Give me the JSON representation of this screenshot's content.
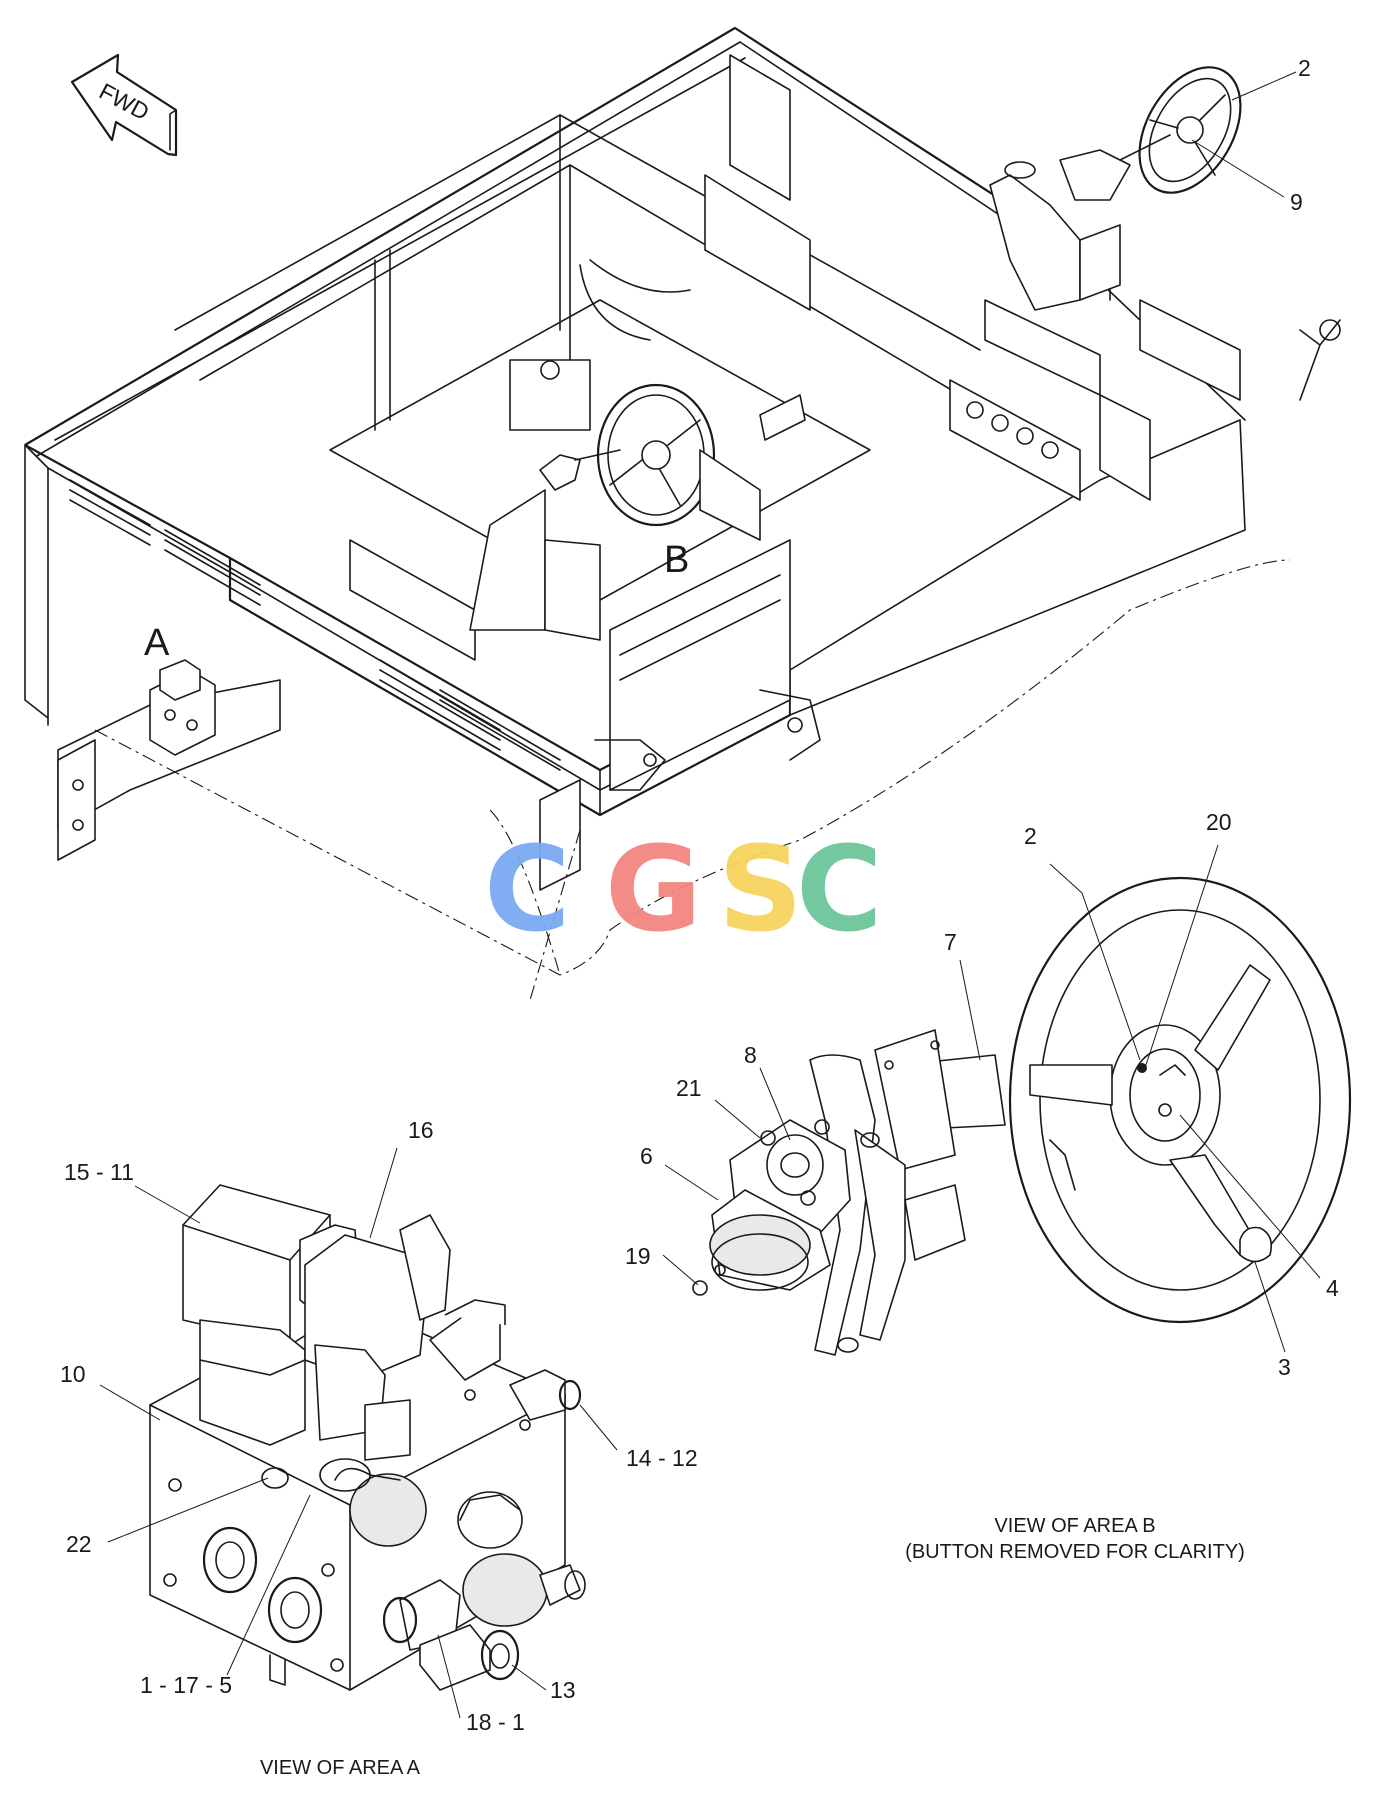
{
  "fwd_arrow": {
    "text": "FWD"
  },
  "area_labels": {
    "a": "A",
    "b": "B"
  },
  "callouts": {
    "c2_top": "2",
    "c9": "9",
    "c2_b": "2",
    "c20": "20",
    "c7": "7",
    "c8": "8",
    "c21": "21",
    "c6": "6",
    "c19": "19",
    "c4": "4",
    "c3": "3",
    "c16": "16",
    "c15_11": "15 - 11",
    "c10": "10",
    "c14_12": "14 - 12",
    "c22": "22",
    "c1_17_5": "1 - 17 - 5",
    "c13": "13",
    "c18_1": "18 - 1"
  },
  "captions": {
    "view_b_line1": "VIEW OF AREA B",
    "view_b_line2": "(BUTTON REMOVED FOR CLARITY)",
    "view_a": "VIEW OF AREA A"
  },
  "watermark": {
    "letters": [
      "C",
      "G",
      "S",
      "C"
    ],
    "colors": [
      "#7aaaf2",
      "#f2857f",
      "#f7d35e",
      "#6cc59a"
    ]
  }
}
